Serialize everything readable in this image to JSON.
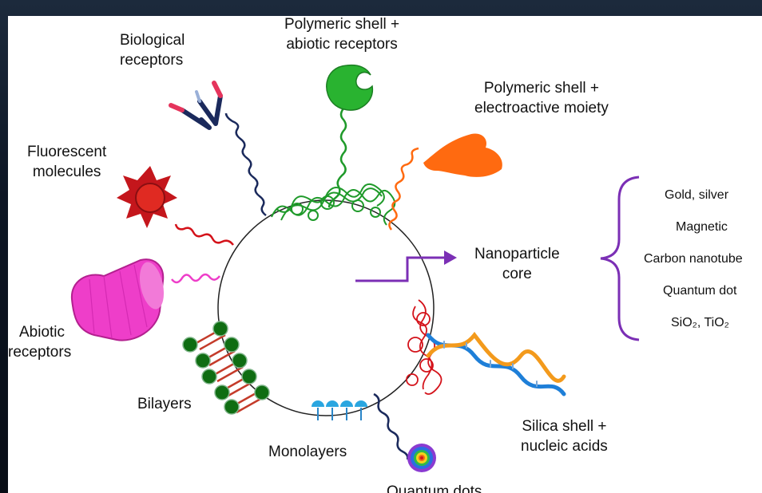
{
  "labels": {
    "biological": [
      "Biological",
      "receptors"
    ],
    "polymeric_abiotic": [
      "Polymeric shell +",
      "abiotic receptors"
    ],
    "polymeric_electro": [
      "Polymeric  shell +",
      "electroactive moiety"
    ],
    "fluorescent": [
      "Fluorescent",
      "molecules"
    ],
    "abiotic": [
      "Abiotic",
      "receptors"
    ],
    "bilayers": "Bilayers",
    "monolayers": "Monolayers",
    "silica": [
      "Silica shell +",
      "nucleic acids"
    ],
    "quantum_dot_partial": "Quantum dots",
    "core": [
      "Nanoparticle",
      "core"
    ]
  },
  "core_types": [
    "Gold, silver",
    "Magnetic",
    "Carbon nanotube",
    "Quantum dot",
    "SiO₂, TiO₂"
  ],
  "colors": {
    "background": "#0d1624",
    "panel": "#ffffff",
    "bracket": "#7b2fb5",
    "antibody": "#1b2a5c",
    "polymer_green": "#1f9a2a",
    "shell_orange": "#ff6a10",
    "fluorescent_red": "#d4121a",
    "abiotic_pink": "#ee3ec9",
    "bilayer_green": "#0f6d12",
    "monolayer_blue": "#2aa6e0",
    "dna_blue": "#1e7fd8",
    "dna_orange": "#f39a1c"
  },
  "icons": [
    "antibody-icon",
    "receptor-cup-icon",
    "electroactive-shape-icon",
    "fluorescent-star-icon",
    "abiotic-cone-icon",
    "bilayer-icon",
    "monolayer-icon",
    "dna-helix-icon",
    "quantum-dot-icon",
    "bracket-icon",
    "arrow-icon"
  ]
}
